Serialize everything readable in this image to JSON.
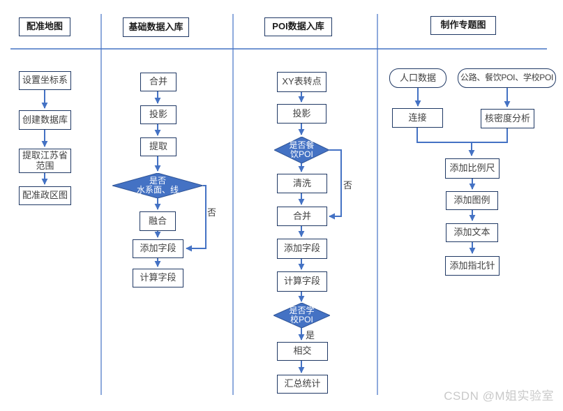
{
  "colors": {
    "flow_blue": "#4472C4",
    "shape_border_navy": "#1F3864",
    "decision_fill": "#4472C4",
    "node_text": "#404040",
    "watermark_gray": "#C9C9C9"
  },
  "lanes": [
    {
      "title": "配准地图",
      "nodes": [
        {
          "label": "设置坐标系",
          "type": "process"
        },
        {
          "label": "创建数据库",
          "type": "process"
        },
        {
          "label": "提取江苏省\n范围",
          "type": "process"
        },
        {
          "label": "配准政区图",
          "type": "process"
        }
      ]
    },
    {
      "title": "基础数据入库",
      "nodes": [
        {
          "label": "合并",
          "type": "process"
        },
        {
          "label": "投影",
          "type": "process"
        },
        {
          "label": "提取",
          "type": "process"
        },
        {
          "label": "是否\n水系面、线",
          "type": "decision"
        },
        {
          "label": "融合",
          "type": "process"
        },
        {
          "label": "添加字段",
          "type": "process"
        },
        {
          "label": "计算字段",
          "type": "process"
        }
      ],
      "no_label": "否"
    },
    {
      "title": "POI数据入库",
      "nodes": [
        {
          "label": "XY表转点",
          "type": "process"
        },
        {
          "label": "投影",
          "type": "process"
        },
        {
          "label": "是否餐\n饮POI",
          "type": "decision"
        },
        {
          "label": "清洗",
          "type": "process"
        },
        {
          "label": "合并",
          "type": "process"
        },
        {
          "label": "添加字段",
          "type": "process"
        },
        {
          "label": "计算字段",
          "type": "process"
        },
        {
          "label": "是否学\n校POI",
          "type": "decision"
        },
        {
          "label": "相交",
          "type": "process"
        },
        {
          "label": "汇总统计",
          "type": "process"
        }
      ],
      "no_label": "否",
      "yes_label": "是"
    },
    {
      "title": "制作专题图",
      "nodes": [
        {
          "label": "人口数据",
          "type": "terminator"
        },
        {
          "label": "公路、餐饮POI、学校POI",
          "type": "terminator"
        },
        {
          "label": "连接",
          "type": "process"
        },
        {
          "label": "核密度分析",
          "type": "process"
        },
        {
          "label": "添加比例尺",
          "type": "process"
        },
        {
          "label": "添加图例",
          "type": "process"
        },
        {
          "label": "添加文本",
          "type": "process"
        },
        {
          "label": "添加指北针",
          "type": "process"
        }
      ]
    }
  ],
  "watermark": "CSDN @M姐实验室"
}
